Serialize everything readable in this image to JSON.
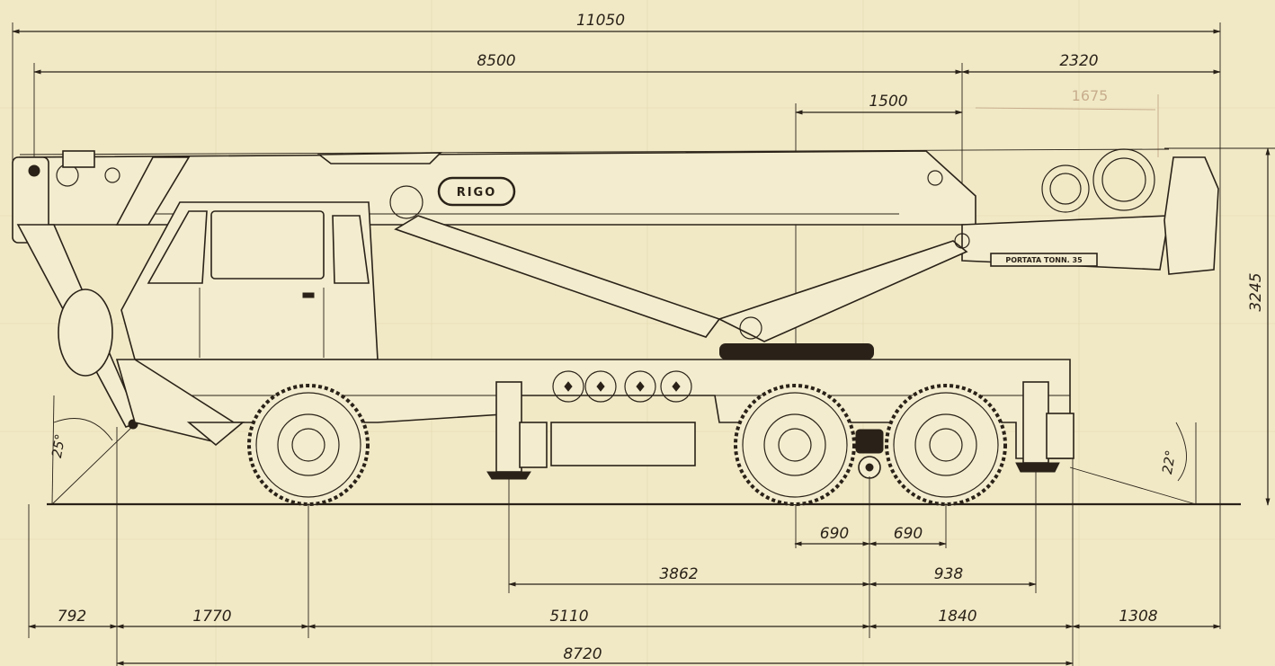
{
  "dimensions": {
    "overall_length": "11050",
    "boom_length": "8500",
    "rear_overhang_top": "2320",
    "handwritten_note": "1675",
    "pivot_offset": "1500",
    "height": "3245",
    "axle_offset_a": "690",
    "axle_offset_b": "690",
    "outrigger_span": "3862",
    "rear_outrigger": "938",
    "front_overhang": "792",
    "front_axle": "1770",
    "wheelbase": "5110",
    "rear_axle_span": "1840",
    "rear_overhang": "1308",
    "total_base": "8720"
  },
  "angles": {
    "approach": "25°",
    "departure": "22°"
  },
  "labels": {
    "brand": "RIGO",
    "capacity_plate": "PORTATA TONN. 35"
  },
  "colors": {
    "paper": "#f1e9c6",
    "ink": "#2a2218",
    "pencil": "#c8ad8c"
  }
}
